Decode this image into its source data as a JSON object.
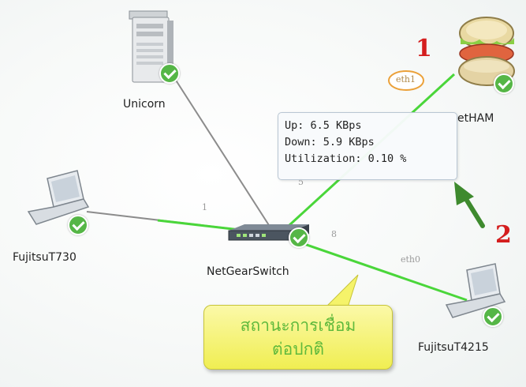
{
  "nodes": {
    "unicorn": "Unicorn",
    "hamster": "etHAM",
    "fujitsu_t730": "FujitsuT730",
    "netgear_switch": "NetGearSwitch",
    "fujitsu_t4215": "FujitsuT4215"
  },
  "port_labels": {
    "eth1": "eth1",
    "eth0": "eth0",
    "port_1": "1",
    "port_8": "8",
    "port_5": "5"
  },
  "tooltip": {
    "up": "Up: 6.5 KBps",
    "down": "Down: 5.9 KBps",
    "utilization": "Utilization: 0.10 %"
  },
  "callouts": {
    "one": "1",
    "two": "2"
  },
  "status_note": {
    "line1": "สถานะการเชื่อม",
    "line2": "ต่อปกติ"
  },
  "colors": {
    "active_link": "#4ad63a",
    "idle_link": "#8c8c8c",
    "status_ok": "#55b646",
    "callout_red": "#d41e1e",
    "arrow_green": "#3e8a2e",
    "note_yellow": "#f5f36a"
  }
}
